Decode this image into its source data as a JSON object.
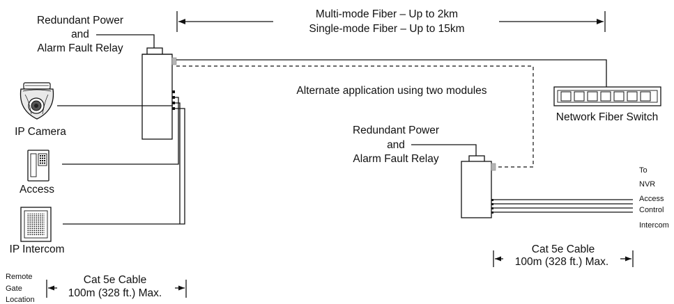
{
  "fiber_span": {
    "line1": "Multi-mode Fiber – Up to 2km",
    "line2": "Single-mode Fiber – Up to 15km"
  },
  "module_left": {
    "label_line1": "Redundant Power",
    "label_line2": "and",
    "label_line3": "Alarm Fault Relay"
  },
  "module_right": {
    "label_line1": "Redundant Power",
    "label_line2": "and",
    "label_line3": "Alarm Fault Relay"
  },
  "alternate_label": "Alternate application using two modules",
  "network_switch_label": "Network Fiber Switch",
  "devices": {
    "camera": "IP Camera",
    "access": "Access",
    "intercom": "IP Intercom"
  },
  "right_outputs": {
    "to": "To",
    "nvr": "NVR",
    "access": "Access",
    "control": "Control",
    "intercom": "Intercom"
  },
  "cable_right": {
    "line1": "Cat 5e Cable",
    "line2": "100m (328 ft.) Max."
  },
  "cable_left": {
    "line1": "Cat 5e Cable",
    "line2": "100m (328 ft.) Max."
  },
  "remote_gate": {
    "line1": "Remote",
    "line2": "Gate",
    "line3": "Location"
  },
  "colors": {
    "line": "#111111",
    "fiber_port": "#b5b5b5"
  }
}
